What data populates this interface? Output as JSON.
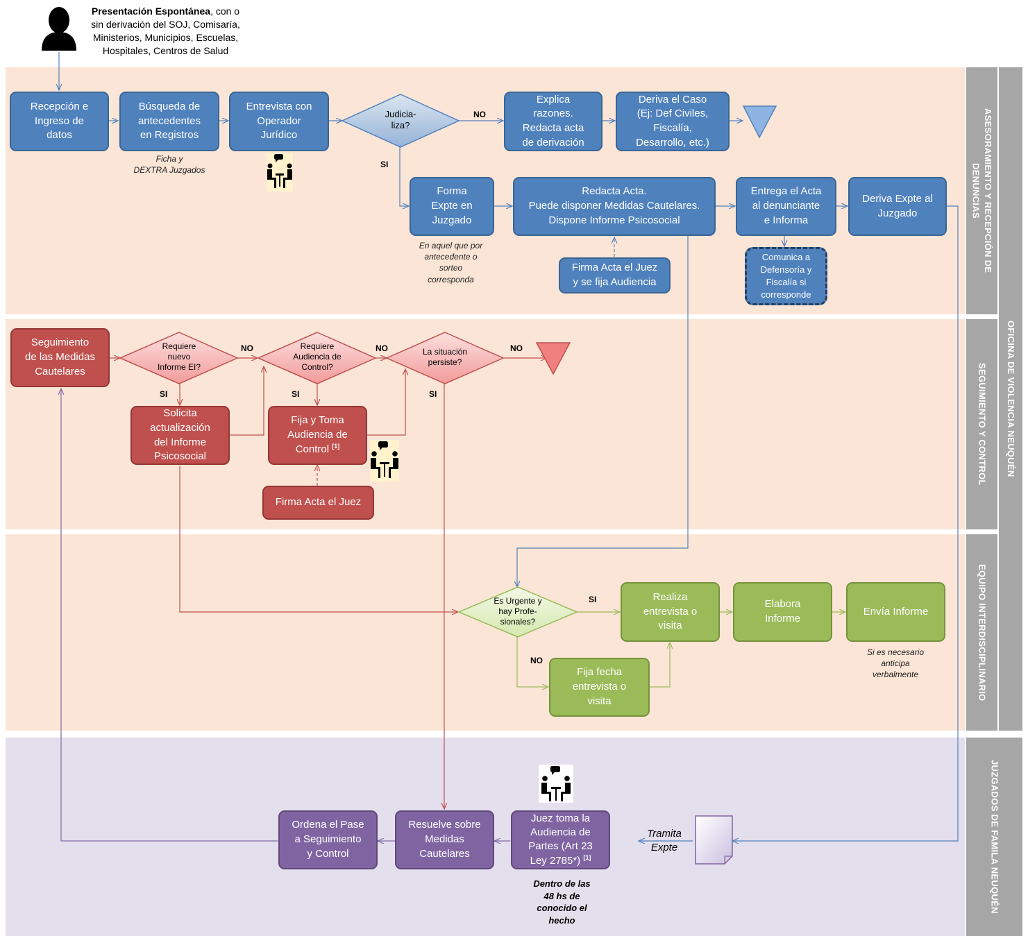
{
  "header": {
    "title_bold": "Presentación Espontánea",
    "title_rest": ", con o",
    "lines": [
      "sin derivación del SOJ, Comisaría,",
      "Ministerios, Municipios, Escuelas,",
      "Hospitales, Centros de Salud"
    ]
  },
  "lanes": {
    "asesoramiento": "ASESORAMIENTO Y RECEPCIÓN DE\nDENUNCIAS",
    "seguimiento": "SEGUIMIENTO Y CONTROL",
    "equipo": "EQUIPO INTERDISCIPLINARIO",
    "juzgados": "JUZGADOS DE FAMILA NEUQUÉN",
    "oficina": "OFICINA DE VIOLENCIA NEUQUÉN"
  },
  "lane1": {
    "recepcion": "Recepción e\nIngreso de\ndatos",
    "busqueda": "Búsqueda de\nantecedentes\nen Registros",
    "busqueda_note": "Ficha y\nDEXTRA Juzgados",
    "entrevista": "Entrevista con\nOperador\nJurídico",
    "judicializa": "Judicia-\nliza?",
    "no": "NO",
    "si": "SI",
    "explica": "Explica\nrazones.\nRedacta acta\nde derivación",
    "deriva_caso": "Deriva el Caso\n(Ej: Def Civiles,\nFiscalía,\nDesarrollo, etc.)",
    "forma": "Forma\nExpte en\nJuzgado",
    "forma_note": "En aquel que por\nantecedente o\nsorteo\ncorresponda",
    "redacta": "Redacta Acta.\nPuede disponer Medidas Cautelares.\nDispone Informe Psicosocial",
    "firma_juez": "Firma Acta el Juez\ny se fija Audiencia",
    "entrega": "Entrega el Acta\nal denunciante\ne Informa",
    "comunica": "Comunica a\nDefensoría y\nFiscalía si\ncorresponde",
    "deriva_expte": "Deriva Expte al\nJuzgado"
  },
  "lane2": {
    "seguimiento_medidas": "Seguimiento\nde las Medidas\nCautelares",
    "requiere_informe": "Requiere\nnuevo\nInforme EI?",
    "requiere_audiencia": "Requiere\nAudiencia de\nControl?",
    "situacion": "La situación\npersiste?",
    "no1": "NO",
    "no2": "NO",
    "no3": "NO",
    "si1": "SI",
    "si2": "SI",
    "si3": "SI",
    "solicita": "Solicita\nactualización\ndel Informe\nPsicosocial",
    "fija_toma": "Fija y Toma\nAudiencia de\nControl",
    "fija_toma_ref": "[1]",
    "firma_acta": "Firma Acta el Juez"
  },
  "lane3": {
    "urgente": "Es Urgente y\nhay Profe-\nsionales?",
    "si": "SI",
    "no": "NO",
    "realiza": "Realiza\nentrevista o\nvisita",
    "elabora": "Elabora\nInforme",
    "envia": "Envía  Informe",
    "envia_note": "Si es necesario\nanticipa\nverbalmente",
    "fija_fecha": "Fija fecha\nentrevista o\nvisita"
  },
  "lane4": {
    "ordena": "Ordena el Pase\na Seguimiento\ny Control",
    "resuelve": "Resuelve sobre\nMedidas\nCautelares",
    "juez_toma": "Juez toma  la\nAudiencia de\nPartes (Art 23\nLey 2785*)",
    "juez_toma_ref": "[1]",
    "juez_note": "Dentro de las\n48 hs de\nconocido el\nhecho",
    "tramita": "Tramita\nExpte"
  },
  "colors": {
    "lane_bg": "#fbe5d6",
    "lane_bg_purple": "#e4dfec",
    "lane_label": "#a6a6a6",
    "blue": "#4f81bd",
    "red": "#c0504d",
    "green": "#9bbb59",
    "purple": "#8064a2"
  },
  "icons": [
    "person-icon",
    "meeting-icon",
    "document-icon",
    "terminator-triangle-icon"
  ]
}
